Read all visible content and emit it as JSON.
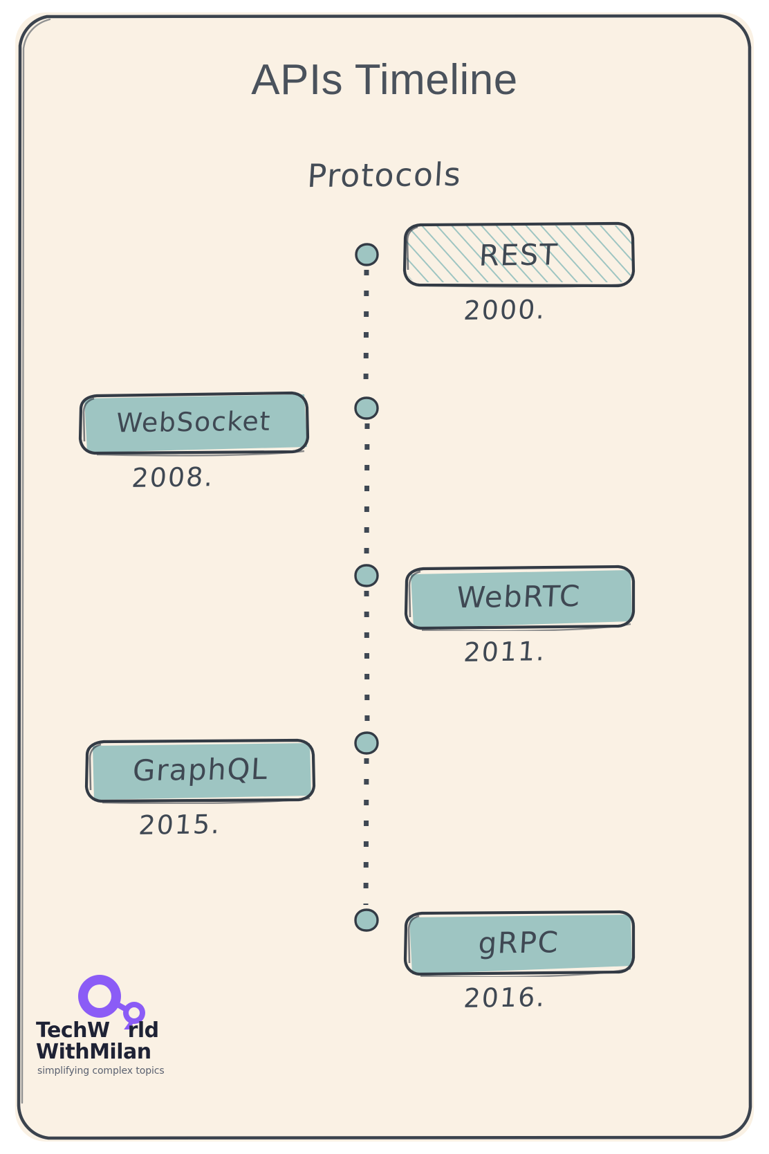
{
  "page": {
    "title": "APIs Timeline",
    "subtitle": "Protocols"
  },
  "colors": {
    "background": "#faf1e4",
    "page_background": "#ffffff",
    "chip_fill": "#9ec5c2",
    "ink": "#3f4853",
    "title_color": "#4a525c",
    "hatch_color": "#9ec5c2",
    "logo_purple": "#8b5cf6",
    "logo_navy": "#1e2235"
  },
  "timeline": {
    "entries": [
      {
        "label": "REST",
        "year": "2000.",
        "side": "right",
        "style": "hatched"
      },
      {
        "label": "WebSocket",
        "year": "2008.",
        "side": "left",
        "style": "solid"
      },
      {
        "label": "WebRTC",
        "year": "2011.",
        "side": "right",
        "style": "solid"
      },
      {
        "label": "GraphQL",
        "year": "2015.",
        "side": "left",
        "style": "solid"
      },
      {
        "label": "gRPC",
        "year": "2016.",
        "side": "right",
        "style": "solid"
      }
    ]
  },
  "logo": {
    "line1": "TechW",
    "line1b": "rld",
    "line2": "WithMilan",
    "tagline": "simplifying complex topics"
  }
}
